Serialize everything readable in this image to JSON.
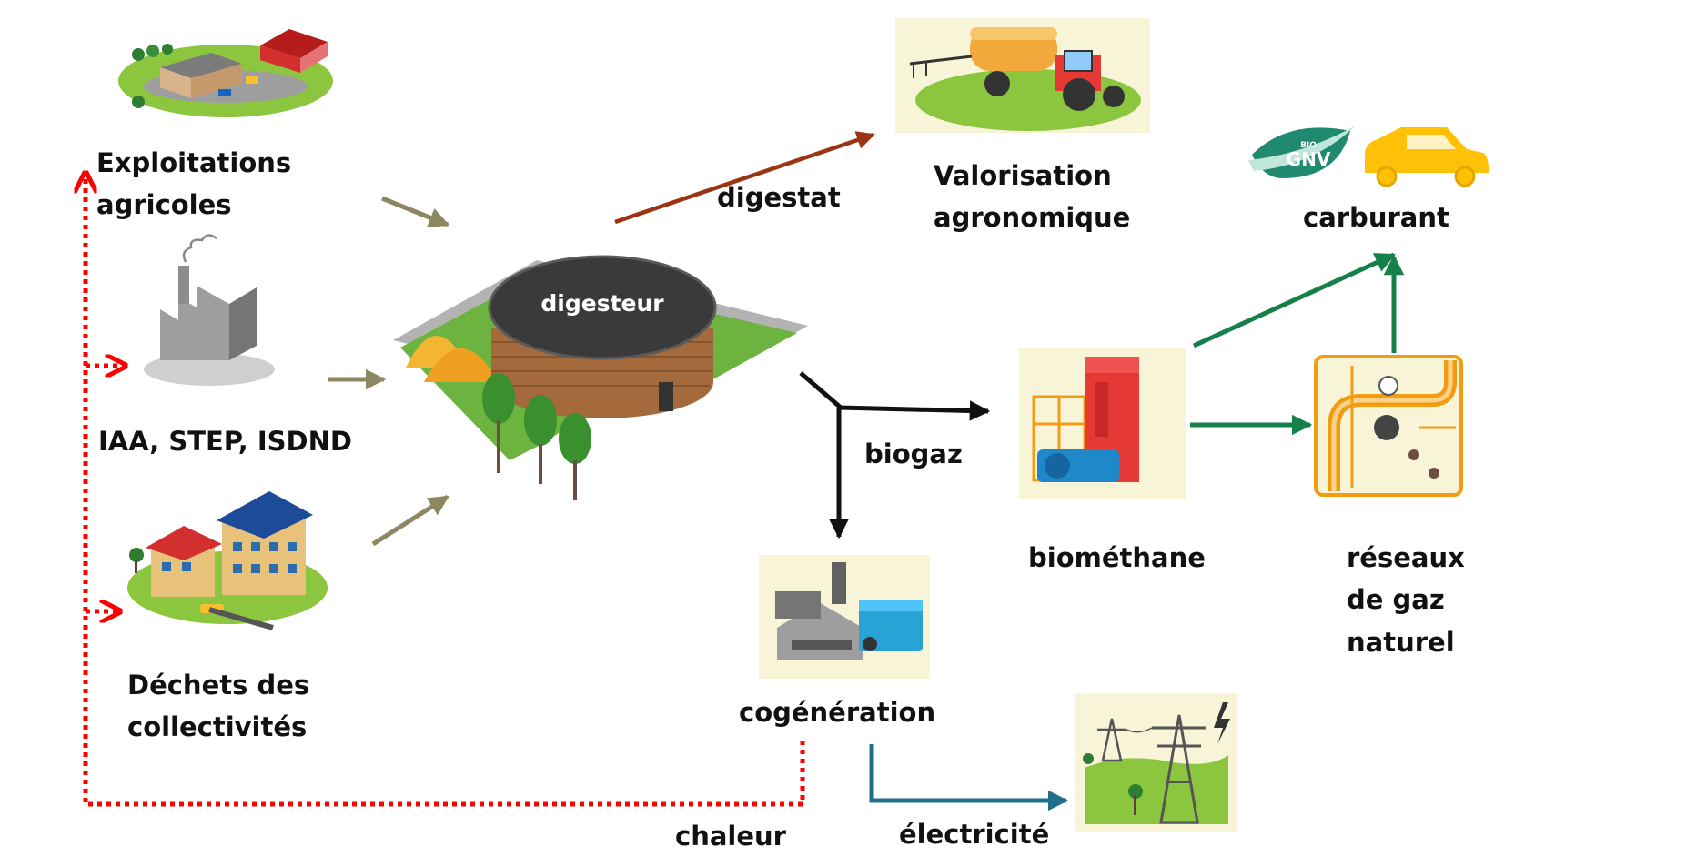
{
  "nodes": {
    "digester": "digesteur",
    "farms": [
      "Exploitations",
      "agricoles"
    ],
    "industry": "IAA, STEP, ISDND",
    "waste": [
      "Déchets des",
      "collectivités"
    ],
    "agronomy": [
      "Valorisation",
      "agronomique"
    ],
    "fuel": "carburant",
    "fuel_badge": {
      "top": "BIO",
      "main": "GNV"
    },
    "biomethane": "biométhane",
    "gas_network": [
      "réseaux",
      "de gaz",
      "naturel"
    ],
    "cogeneration": "cogénération"
  },
  "flows": {
    "digestate": "digestat",
    "biogas": "biogaz",
    "heat": "chaleur",
    "electricity": "électricité"
  },
  "colors": {
    "input_arrows": "#8c8661",
    "digestate_arrow": "#9a3412",
    "biogas_arrow": "#111111",
    "biomethane_arrows": "#15804a",
    "electricity_arrow": "#1f6f8b",
    "heat_loop": "#ff0000",
    "grass": "#8cc63f"
  },
  "icons": {
    "farms": "farm-buildings-icon",
    "industry": "factory-icon",
    "waste": "residential-buildings-icon",
    "digester": "digester-tank-icon",
    "agronomy": "tractor-spreader-icon",
    "fuel": "car-icon",
    "biomethane": "purification-unit-icon",
    "gas_network": "gas-pipes-icon",
    "cogeneration": "cogeneration-engine-icon",
    "electricity": "power-pylons-icon"
  }
}
